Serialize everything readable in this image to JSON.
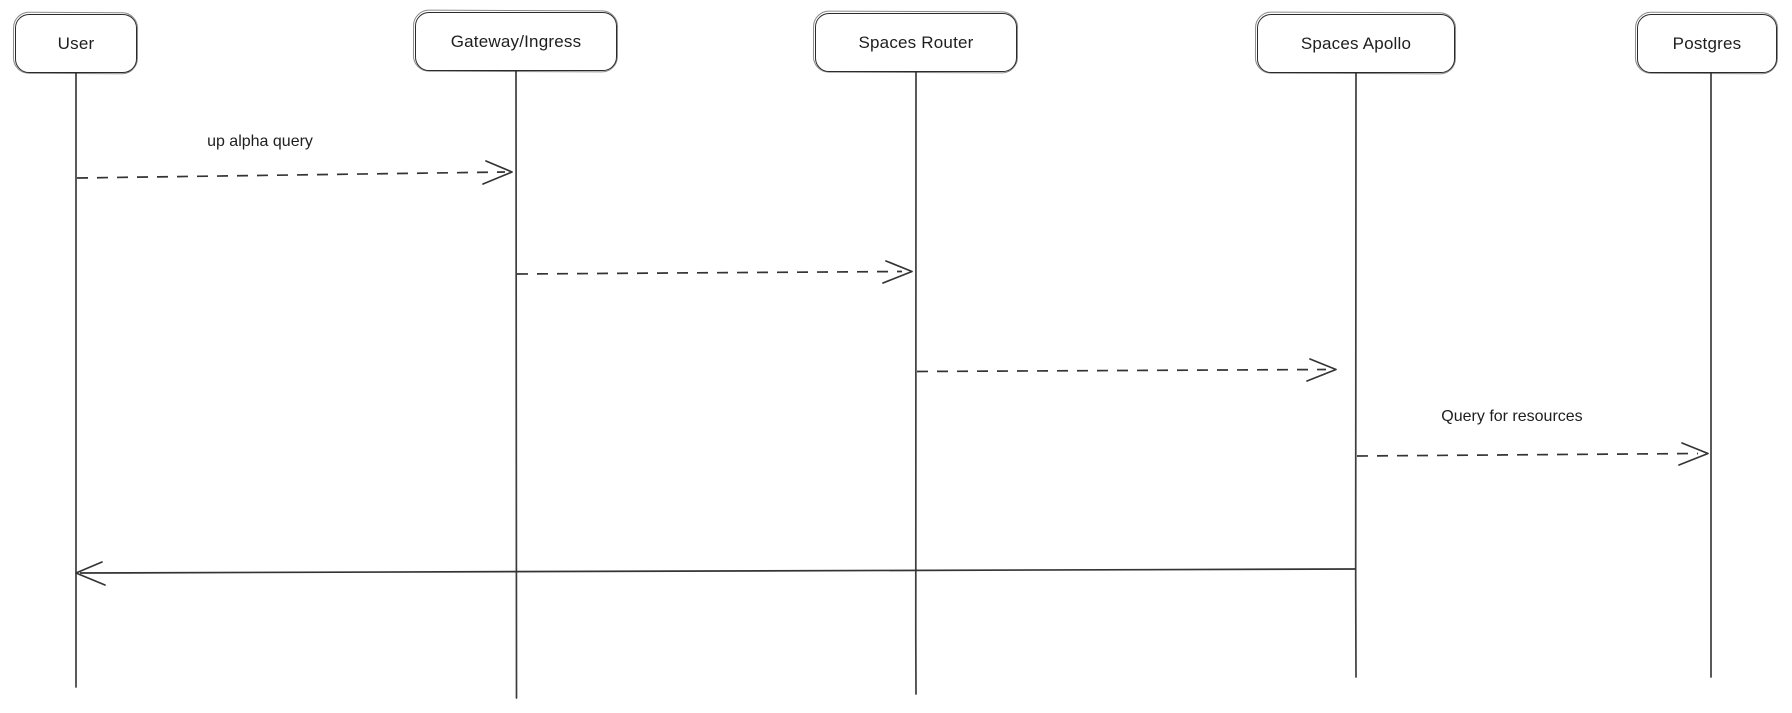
{
  "diagram": {
    "type": "sequence-diagram",
    "style": "hand-drawn",
    "background_color": "#ffffff",
    "stroke_color": "#343434",
    "text_color": "#1e1e1e"
  },
  "actors": [
    {
      "label": "User"
    },
    {
      "label": "Gateway/Ingress"
    },
    {
      "label": "Spaces Router"
    },
    {
      "label": "Spaces Apollo"
    },
    {
      "label": "Postgres"
    }
  ],
  "messages": [
    {
      "from": "User",
      "to": "Gateway/Ingress",
      "label": "up alpha query",
      "line_style": "dashed"
    },
    {
      "from": "Gateway/Ingress",
      "to": "Spaces Router",
      "label": "",
      "line_style": "dashed"
    },
    {
      "from": "Spaces Router",
      "to": "Spaces Apollo",
      "label": "",
      "line_style": "dashed"
    },
    {
      "from": "Spaces Apollo",
      "to": "Postgres",
      "label": "Query for resources",
      "line_style": "dashed"
    },
    {
      "from": "Spaces Apollo",
      "to": "User",
      "label": "",
      "line_style": "solid"
    }
  ]
}
